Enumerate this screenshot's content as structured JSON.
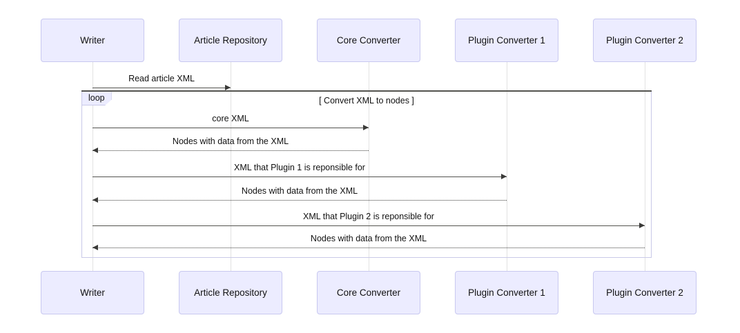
{
  "diagram": {
    "type": "sequence-diagram",
    "title": "",
    "background_color": "#ffffff",
    "participant_box_fill": "#ECECFF",
    "participant_box_border": "#C8C8F0",
    "lifeline_color": "#E2E2E2",
    "message_color": "#53534F",
    "fragment_border": "#C9C9E8"
  },
  "participants": [
    {
      "id": "writer",
      "label": "Writer"
    },
    {
      "id": "repo",
      "label": "Article Repository"
    },
    {
      "id": "core",
      "label": "Core Converter"
    },
    {
      "id": "plugin1",
      "label": "Plugin Converter 1"
    },
    {
      "id": "plugin2",
      "label": "Plugin Converter 2"
    }
  ],
  "participants_bottom": [
    {
      "id": "writer-b",
      "label": "Writer"
    },
    {
      "id": "repo-b",
      "label": "Article Repository"
    },
    {
      "id": "core-b",
      "label": "Core Converter"
    },
    {
      "id": "plugin1-b",
      "label": "Plugin Converter 1"
    },
    {
      "id": "plugin2-b",
      "label": "Plugin Converter 2"
    }
  ],
  "fragment": {
    "kind": "loop",
    "label": "loop",
    "condition": "[ Convert XML to nodes ]"
  },
  "messages": [
    {
      "id": "m0",
      "label": "Read article XML",
      "from": "writer",
      "to": "repo",
      "style": "solid",
      "direction": "right",
      "inside_loop": false
    },
    {
      "id": "m1",
      "label": "core XML",
      "from": "writer",
      "to": "core",
      "style": "solid",
      "direction": "right",
      "inside_loop": true
    },
    {
      "id": "m2",
      "label": "Nodes with data from the XML",
      "from": "core",
      "to": "writer",
      "style": "dashed",
      "direction": "left",
      "inside_loop": true
    },
    {
      "id": "m3",
      "label": "XML that Plugin 1 is reponsible for",
      "from": "writer",
      "to": "plugin1",
      "style": "solid",
      "direction": "right",
      "inside_loop": true
    },
    {
      "id": "m4",
      "label": "Nodes with data from the XML",
      "from": "plugin1",
      "to": "writer",
      "style": "dashed",
      "direction": "left",
      "inside_loop": true
    },
    {
      "id": "m5",
      "label": "XML that Plugin 2 is reponsible for",
      "from": "writer",
      "to": "plugin2",
      "style": "solid",
      "direction": "right",
      "inside_loop": true
    },
    {
      "id": "m6",
      "label": "Nodes with data from the XML",
      "from": "plugin2",
      "to": "writer",
      "style": "dashed",
      "direction": "left",
      "inside_loop": true
    }
  ]
}
